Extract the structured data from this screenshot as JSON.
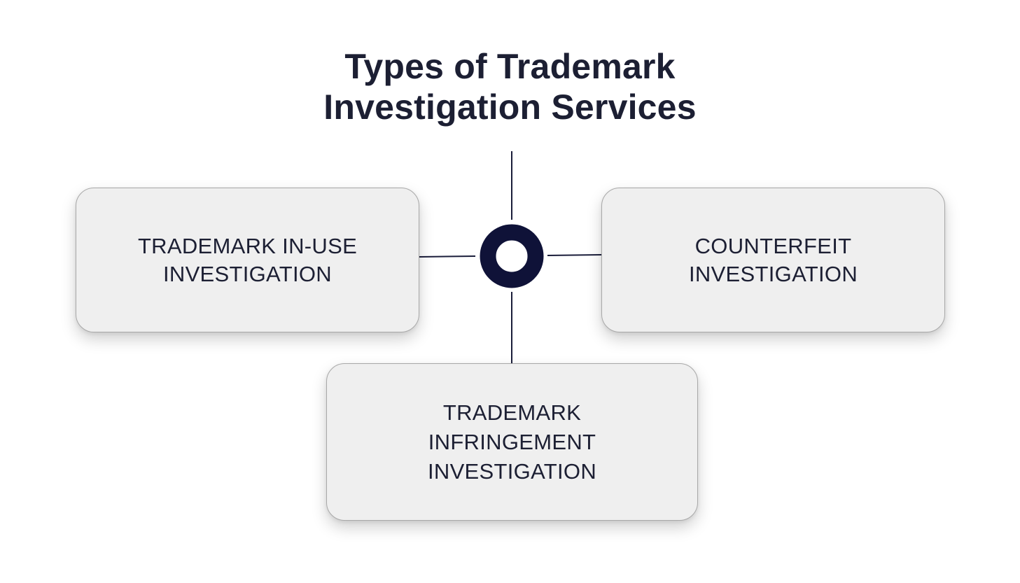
{
  "title": {
    "line1": "Types of Trademark",
    "line2": "Investigation Services"
  },
  "hub": {
    "icon": "ring-icon",
    "color": "#0f1238"
  },
  "colors": {
    "text": "#1c1f33",
    "connector": "#1a1d3a",
    "card_bg": "#efefef",
    "card_border": "#a8a8a8"
  },
  "cards": [
    {
      "id": "left",
      "lines": [
        "TRADEMARK IN-USE",
        "INVESTIGATION"
      ]
    },
    {
      "id": "right",
      "lines": [
        "COUNTERFEIT",
        "INVESTIGATION"
      ]
    },
    {
      "id": "bottom",
      "lines": [
        "TRADEMARK",
        "INFRINGEMENT",
        "INVESTIGATION"
      ]
    }
  ]
}
